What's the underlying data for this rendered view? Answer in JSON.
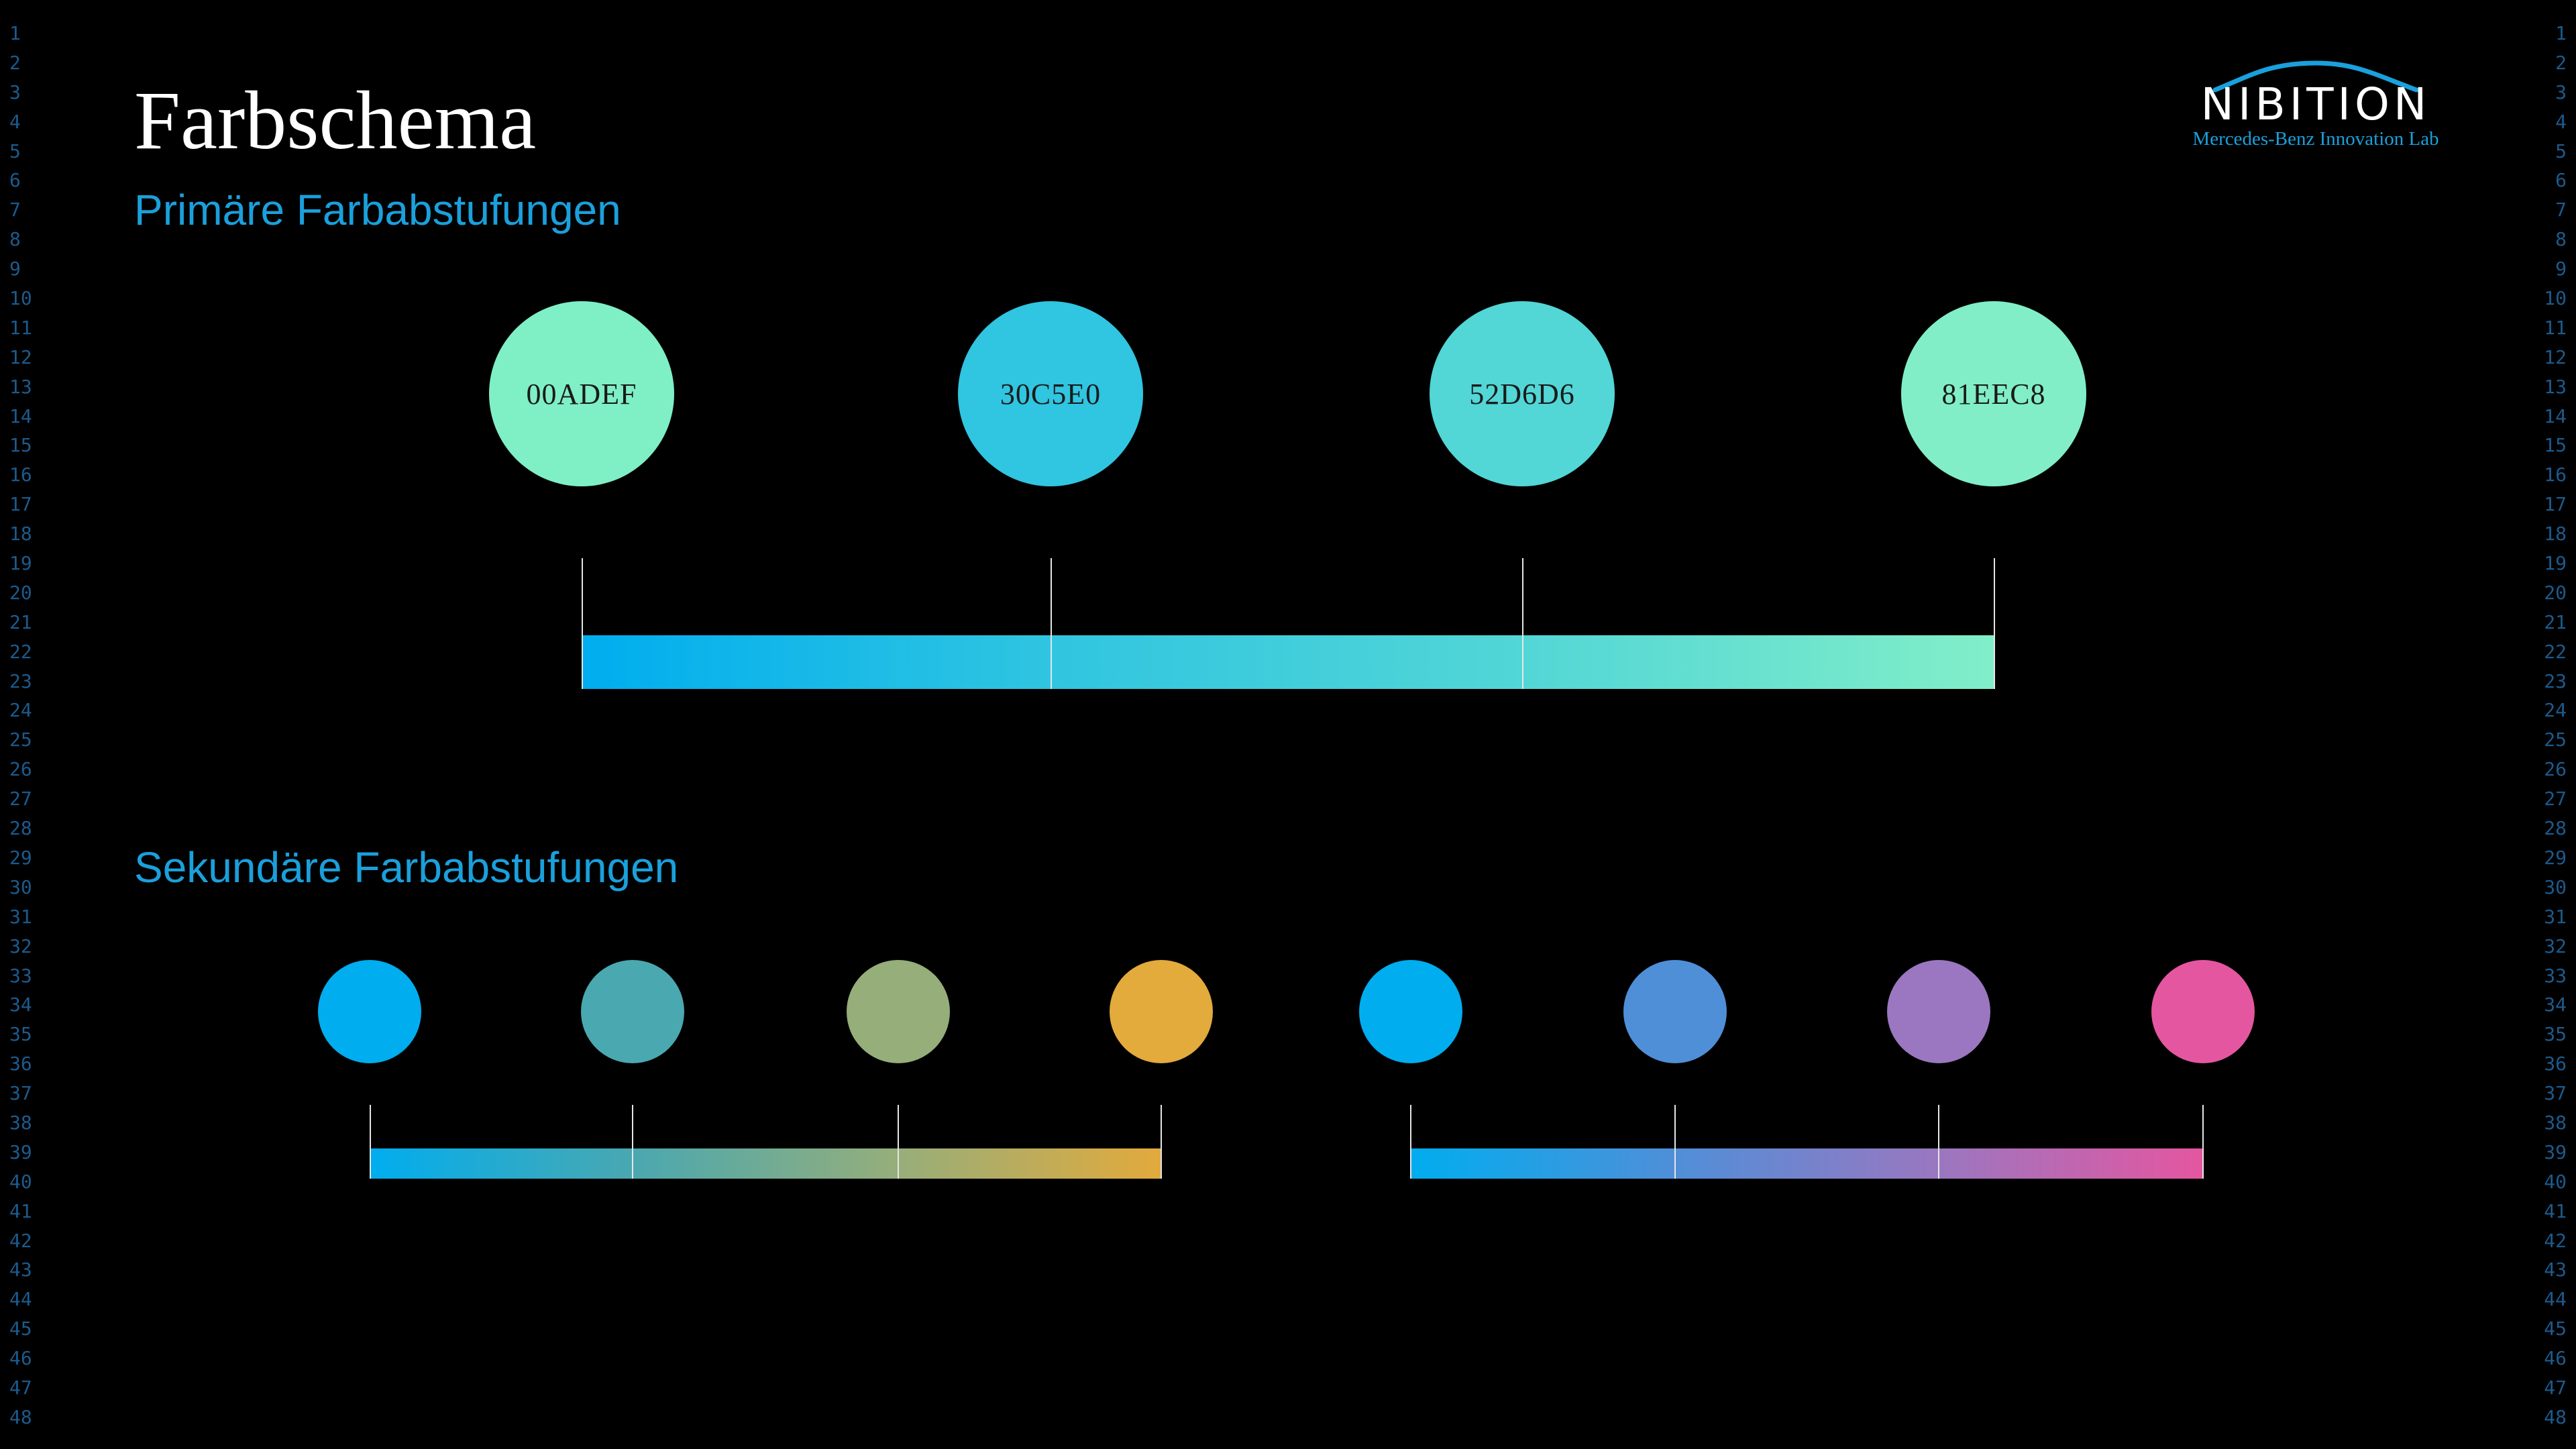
{
  "slide": {
    "title": "Farbschema",
    "primary_heading": "Primäre Farbabstufungen",
    "secondary_heading": "Sekundäre Farbabstufungen"
  },
  "logo": {
    "wordmark": "NIBITION",
    "subline": "Mercedes-Benz Innovation Lab"
  },
  "line_numbers": [
    "1",
    "2",
    "3",
    "4",
    "5",
    "6",
    "7",
    "8",
    "9",
    "10",
    "11",
    "12",
    "13",
    "14",
    "15",
    "16",
    "17",
    "18",
    "19",
    "20",
    "21",
    "22",
    "23",
    "24",
    "25",
    "26",
    "27",
    "28",
    "29",
    "30",
    "31",
    "32",
    "33",
    "34",
    "35",
    "36",
    "37",
    "38",
    "39",
    "40",
    "41",
    "42",
    "43",
    "44",
    "45",
    "46",
    "47",
    "48"
  ],
  "primary": {
    "swatches": [
      {
        "label": "00ADEF",
        "color": "#7fefc6"
      },
      {
        "label": "30C5E0",
        "color": "#30c5e0"
      },
      {
        "label": "52D6D6",
        "color": "#52d6d6"
      },
      {
        "label": "81EEC8",
        "color": "#81eec8"
      }
    ],
    "gradient": [
      "#00adef",
      "#30c5e0",
      "#52d6d6",
      "#81eec8"
    ]
  },
  "secondary": {
    "group_a": {
      "swatches": [
        "#00adef",
        "#4aa8b0",
        "#96ae7a",
        "#e3aa3c"
      ],
      "gradient": [
        "#00adef",
        "#4aa8b0",
        "#96ae7a",
        "#e3aa3c"
      ]
    },
    "group_b": {
      "swatches": [
        "#00adef",
        "#4f8fd8",
        "#9a77c0",
        "#e556a0"
      ],
      "gradient": [
        "#00adef",
        "#4f8fd8",
        "#9a77c0",
        "#e556a0"
      ]
    }
  }
}
